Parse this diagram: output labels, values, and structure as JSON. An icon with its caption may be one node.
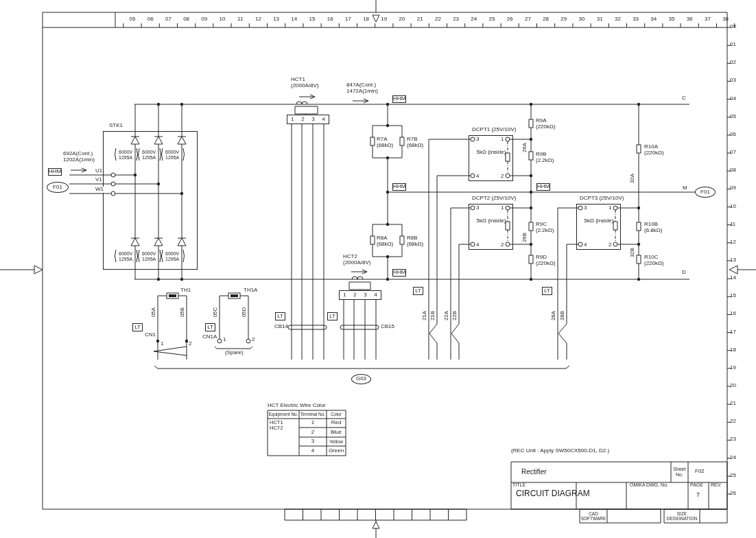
{
  "diagram": {
    "title": "CIRCUIT DIAGRAM",
    "nodes": [
      {
        "text": [
          "STK1"
        ]
      },
      {
        "text": [
          "HHM"
        ]
      },
      {
        "text": [
          "F01"
        ]
      },
      {
        "text": [
          "1",
          "2",
          "3",
          "4"
        ]
      },
      {
        "text": [
          "HHM"
        ]
      },
      {
        "text": [
          "HHM"
        ]
      },
      {
        "text": [
          "DCPT1 (25V/10V)",
          "3",
          "1",
          "5kΩ (inside)",
          "4",
          "2"
        ]
      },
      {
        "text": [
          "HHM"
        ]
      },
      {
        "text": [
          "F01"
        ]
      },
      {
        "text": [
          "DCPT2 (25V/10V)",
          "3",
          "1",
          "5kΩ (inside)",
          "4",
          "2"
        ]
      },
      {
        "text": [
          "DCPT3 (25V/10V)",
          "3",
          "1",
          "5kΩ (inside)",
          "4",
          "2"
        ]
      },
      {
        "text": [
          "1",
          "2",
          "3",
          "4"
        ]
      },
      {
        "text": [
          "HHM"
        ]
      },
      {
        "text": [
          "LT"
        ]
      },
      {
        "text": [
          "LT"
        ]
      },
      {
        "text": [
          "LT"
        ]
      },
      {
        "text": [
          "LT"
        ]
      },
      {
        "text": [
          "LT"
        ]
      },
      {
        "text": [
          "LT"
        ]
      },
      {
        "text": [
          "G03"
        ]
      }
    ],
    "edges": [
      {
        "from": 2,
        "to": 0,
        "arrow": "none",
        "label": "U1"
      },
      {
        "from": 2,
        "to": 0,
        "arrow": "none",
        "label": "V1"
      },
      {
        "from": 2,
        "to": 0,
        "arrow": "none",
        "label": "W1"
      },
      {
        "from": 5,
        "to": 8,
        "arrow": "other",
        "label": "M"
      }
    ],
    "labels": [
      "05",
      "06",
      "07",
      "08",
      "09",
      "10",
      "11",
      "12",
      "13",
      "14",
      "15",
      "16",
      "17",
      "18",
      "19",
      "20",
      "21",
      "22",
      "23",
      "24",
      "25",
      "26",
      "27",
      "28",
      "29",
      "30",
      "31",
      "32",
      "33",
      "34",
      "35",
      "36",
      "37",
      "38",
      "00",
      "01",
      "02",
      "03",
      "04",
      "05",
      "06",
      "07",
      "08",
      "09",
      "10",
      "11",
      "12",
      "13",
      "14",
      "15",
      "16",
      "17",
      "18",
      "19",
      "20",
      "21",
      "22",
      "23",
      "24",
      "25",
      "26",
      "HCT1 (2000A/8V)",
      "847A(Cont.) 1472A(1min)",
      "C",
      "R9A (220kΩ)",
      "692A(Cont.) 1202A(1min)",
      "6000V 1295A",
      "6000V 1295A",
      "6000V 1295A",
      "R7A (68kΩ)",
      "R7B (68kΩ)",
      "26A",
      "R9B (2.2kΩ)",
      "R10A (220kΩ)",
      "32A",
      "R8A (68kΩ)",
      "R8B (68kΩ)",
      "26B",
      "R9C (2.2kΩ)",
      "R10B (6.8kΩ)",
      "6000V 1295A",
      "6000V 1295A",
      "6000V 1295A",
      "HCT2 (2000A/8V)",
      "R9D (220kΩ)",
      "32B",
      "R10C (220kΩ)",
      "D",
      "TH1",
      "TH1A",
      "05A",
      "05B",
      "05C",
      "05D",
      "21A",
      "21B",
      "22A",
      "22B",
      "28A",
      "28B",
      "CB14",
      "CB15",
      "CN1",
      "1",
      "2",
      "CN1A",
      "1",
      "2",
      "(Spare)",
      "HCT Electric Wire Color",
      "Equipment No.",
      "Terminal No.",
      "Color",
      "HCT1 HCT2",
      "1",
      "Red",
      "2",
      "Blue",
      "3",
      "Yellow",
      "4",
      "Green",
      "(REC Unit : Apply SW50CX500-D1, D2.)",
      "Rectifier",
      "Sheet No.",
      "F02",
      "TITLE",
      "OMIKA DWG. No.",
      "PAGE",
      "REV.",
      "7",
      "CAD SOFTWARE",
      "SIZE DESIGNATION"
    ]
  }
}
